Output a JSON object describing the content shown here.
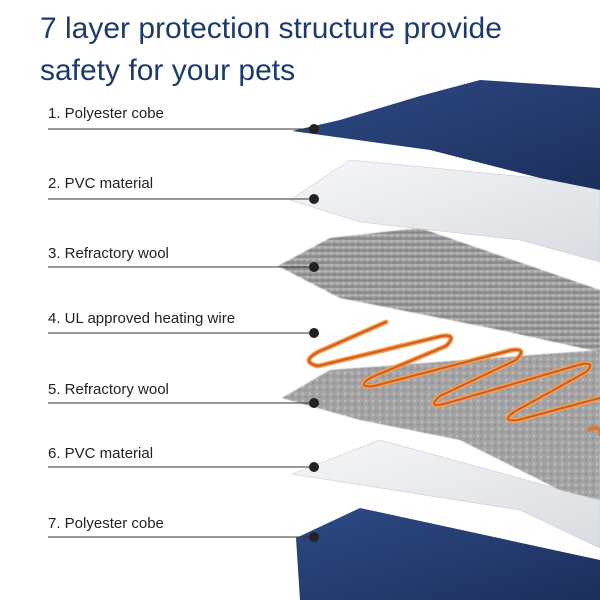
{
  "headline": {
    "line1": "7 layer protection structure provide",
    "line2": "safety for your pets"
  },
  "layers": [
    {
      "label": "1. Polyester cobe"
    },
    {
      "label": "2.  PVC material"
    },
    {
      "label": "3. Refractory wool"
    },
    {
      "label": "4. UL approved heating wire"
    },
    {
      "label": "5. Refractory wool"
    },
    {
      "label": "6. PVC material"
    },
    {
      "label": "7. Polyester cobe"
    }
  ],
  "colors": {
    "title": "#1d3a6e",
    "polyester": "#24396b",
    "pvc": "#e8eaed",
    "wool": "#9a9a9a",
    "wire": "#e0762a",
    "leader": "#333333"
  }
}
